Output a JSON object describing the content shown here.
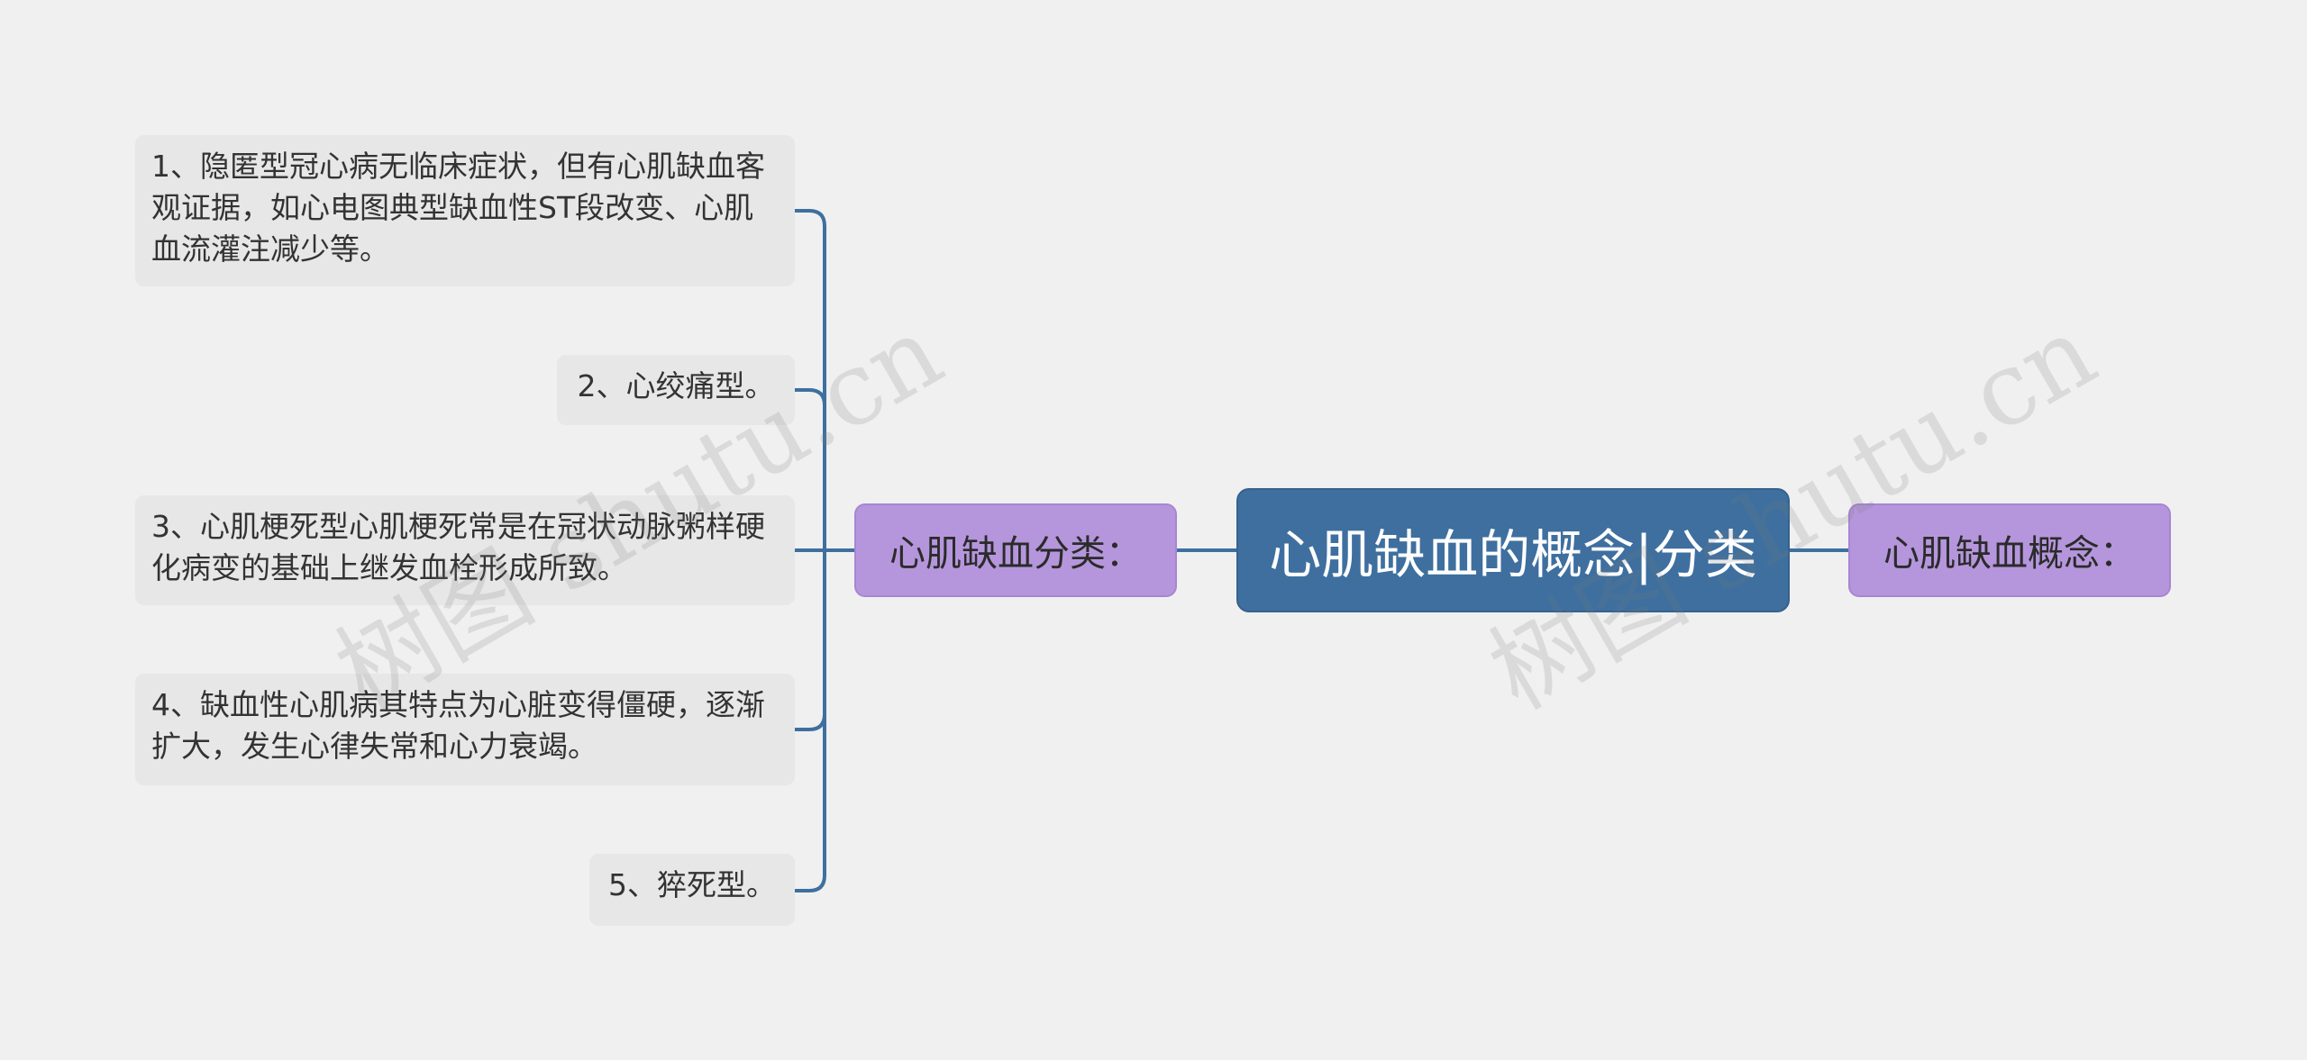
{
  "root": {
    "title": "心肌缺血的概念|分类"
  },
  "branches": {
    "left": {
      "label": "心肌缺血分类："
    },
    "right": {
      "label": "心肌缺血概念："
    }
  },
  "leaves": [
    {
      "text": "1、隐匿型冠心病无临床症状，但有心肌缺血客观证据，如心电图典型缺血性ST段改变、心肌血流灌注减少等。"
    },
    {
      "text": "2、心绞痛型。"
    },
    {
      "text": "3、心肌梗死型心肌梗死常是在冠状动脉粥样硬化病变的基础上继发血栓形成所致。"
    },
    {
      "text": "4、缺血性心肌病其特点为心脏变得僵硬，逐渐扩大，发生心律失常和心力衰竭。"
    },
    {
      "text": "5、猝死型。"
    }
  ],
  "watermark": {
    "text": "树图 shutu.cn"
  },
  "colors": {
    "root_fill": "#3e6f9f",
    "branch_fill": "#b596dc",
    "leaf_fill": "#e7e7e8",
    "connector": "#3e6f9f",
    "background": "#f0f0f1"
  }
}
